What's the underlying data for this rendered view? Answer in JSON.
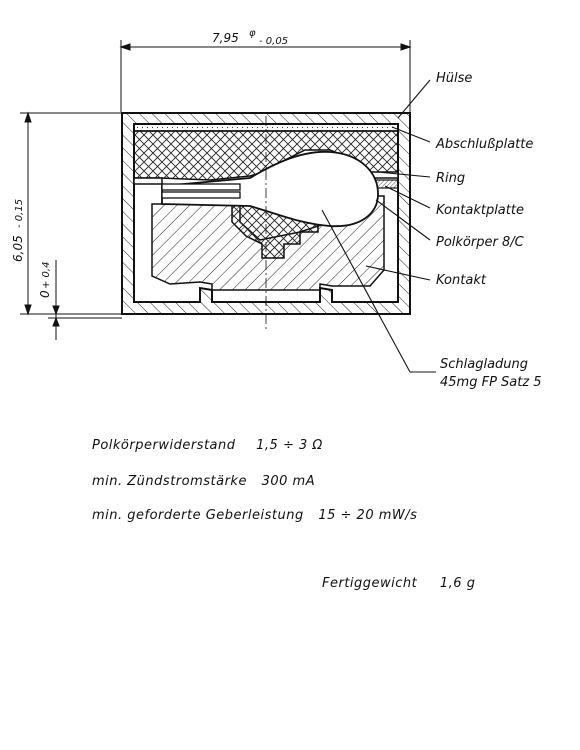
{
  "dimensions": {
    "width": "7,95",
    "width_sup": "φ",
    "width_tol": "- 0,05",
    "height": "6,05",
    "height_tol": "- 0,15",
    "offset": "0",
    "offset_tol": "+ 0,4"
  },
  "parts": [
    {
      "id": "huelse",
      "label": "Hülse"
    },
    {
      "id": "abschluss",
      "label": "Abschlußplatte"
    },
    {
      "id": "ring",
      "label": "Ring"
    },
    {
      "id": "kontaktplatte",
      "label": "Kontaktplatte"
    },
    {
      "id": "polkoerper",
      "label": "Polkörper 8/C"
    },
    {
      "id": "kontakt",
      "label": "Kontakt"
    },
    {
      "id": "schlag1",
      "label": "Schlagladung"
    },
    {
      "id": "schlag2",
      "label": "45mg  FP Satz 5"
    }
  ],
  "specs": [
    {
      "name": "Polkörperwiderstand",
      "value": "1,5 ÷ 3 Ω"
    },
    {
      "name": "min. Zündstromstärke",
      "value": "300 mA"
    },
    {
      "name": "min. geforderte Geberleistung",
      "value": "15 ÷ 20 mW/s"
    }
  ],
  "weight": {
    "name": "Fertiggewicht",
    "value": "1,6 g"
  }
}
